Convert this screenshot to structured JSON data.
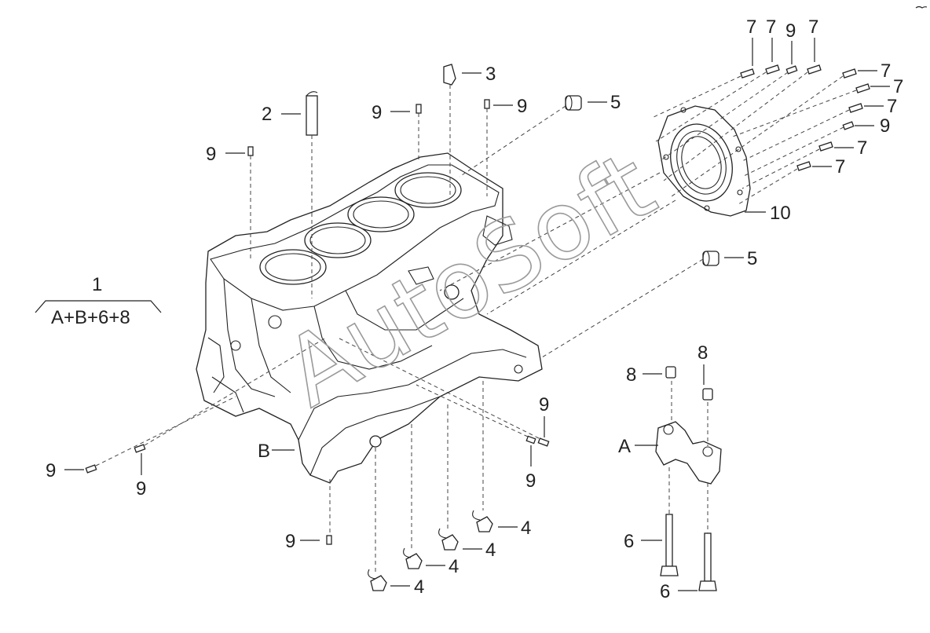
{
  "labels": {
    "l1": "1",
    "formula": "A+B+6+8",
    "l2": "2",
    "l3": "3",
    "l5a": "5",
    "l5b": "5",
    "l7a": "7",
    "l7b": "7",
    "l7c": "7",
    "l7d": "7",
    "l7e": "7",
    "l7f": "7",
    "l7g": "7",
    "l7h": "7",
    "l9a": "9",
    "l9b": "9",
    "l9c": "9",
    "l9d": "9",
    "l9e": "9",
    "l9f": "9",
    "l9g": "9",
    "l9h": "9",
    "l9i": "9",
    "l9j": "9",
    "l4a": "4",
    "l4b": "4",
    "l4c": "4",
    "l4d": "4",
    "l6a": "6",
    "l6b": "6",
    "l8a": "8",
    "l8b": "8",
    "lA": "A",
    "lB": "B",
    "l10": "10"
  },
  "watermark": "AutoSoft",
  "colors": {
    "line": "#222222",
    "watermark": "#9a9a9a",
    "background": "#ffffff"
  }
}
